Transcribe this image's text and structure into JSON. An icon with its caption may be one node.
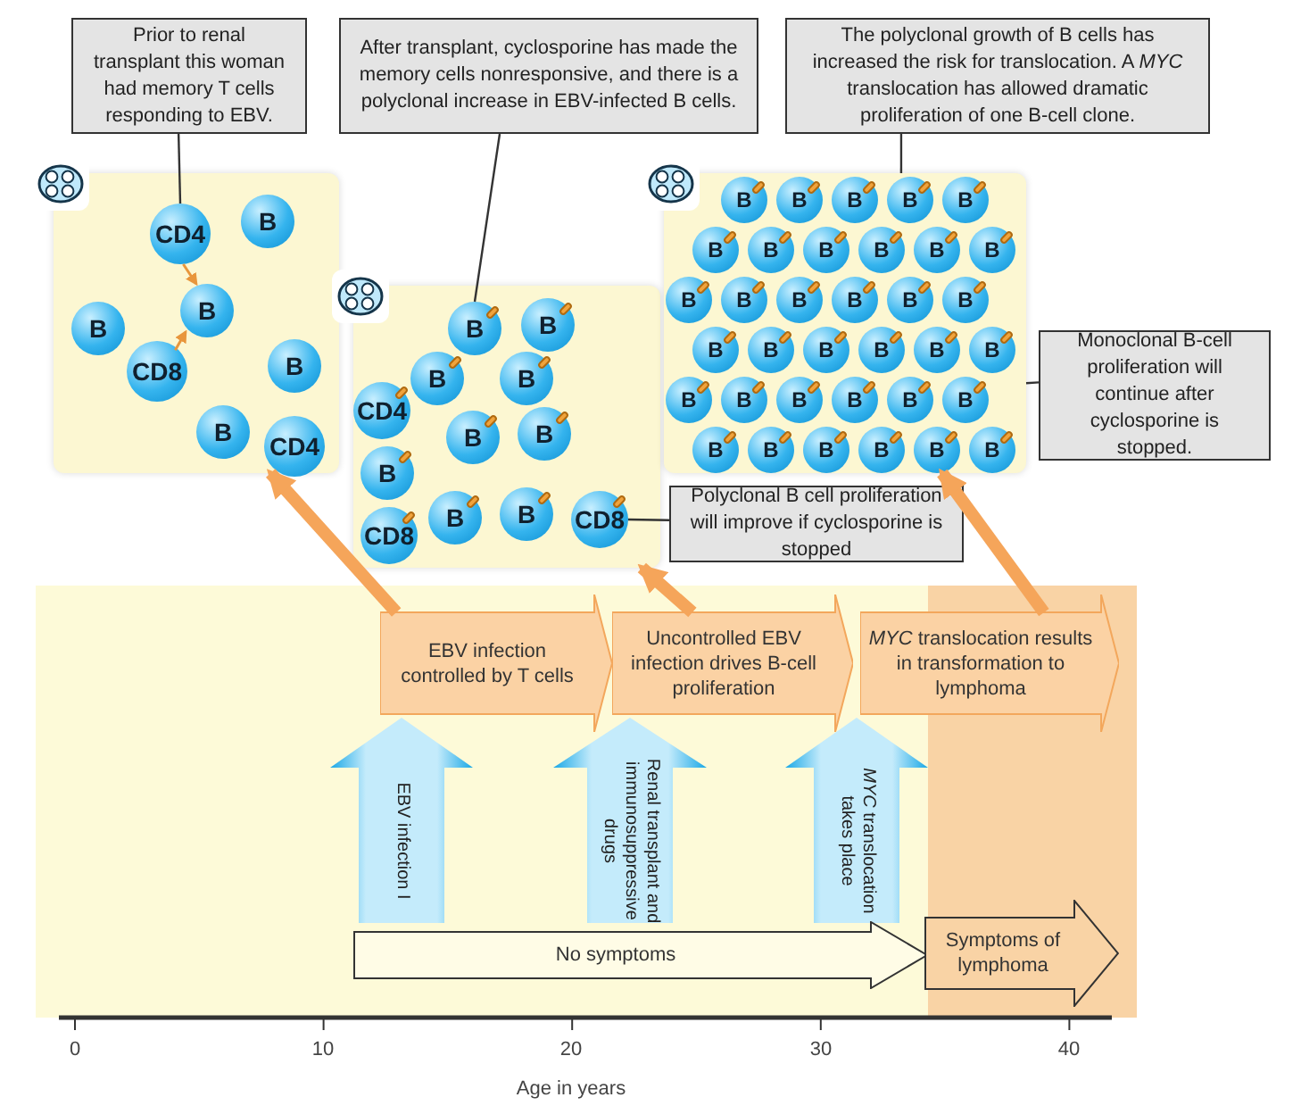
{
  "diagram": {
    "nodes": [
      {
        "text": [
          "Prior to renal transplant this woman had memory T cells responding to EBV."
        ]
      },
      {
        "text": [
          "After transplant, cyclosporine has made the memory cells nonresponsive, and there is a polyclonal increase in EBV-infected B cells."
        ]
      },
      {
        "text": [
          "The polyclonal growth of B cells has increased the risk for translocation. A *MYC* translocation has allowed dramatic proliferation of one B-cell clone."
        ]
      },
      {
        "text": [],
        "shape": "box"
      },
      {
        "text": [
          "CD4"
        ],
        "in": 3
      },
      {
        "text": [
          "B"
        ],
        "in": 3
      },
      {
        "text": [
          "B"
        ],
        "in": 3
      },
      {
        "text": [
          "B"
        ],
        "in": 3
      },
      {
        "text": [
          "CD8"
        ],
        "in": 3
      },
      {
        "text": [
          "B"
        ],
        "in": 3
      },
      {
        "text": [
          "B"
        ],
        "in": 3
      },
      {
        "text": [
          "CD4"
        ],
        "in": 3
      },
      {
        "text": [],
        "shape": "box"
      },
      {
        "text": [
          "B"
        ],
        "in": 12
      },
      {
        "text": [
          "B"
        ],
        "in": 12
      },
      {
        "text": [
          "B"
        ],
        "in": 12
      },
      {
        "text": [
          "B"
        ],
        "in": 12
      },
      {
        "text": [
          "CD4"
        ],
        "in": 12
      },
      {
        "text": [
          "B"
        ],
        "in": 12
      },
      {
        "text": [
          "B"
        ],
        "in": 12
      },
      {
        "text": [
          "B"
        ],
        "in": 12
      },
      {
        "text": [
          "B"
        ],
        "in": 12
      },
      {
        "text": [
          "B"
        ],
        "in": 12
      },
      {
        "text": [
          "CD8"
        ],
        "in": 12
      },
      {
        "text": [
          "CD8"
        ],
        "in": 12
      },
      {
        "text": [],
        "shape": "box"
      },
      {
        "text": [
          "B"
        ],
        "in": 25
      },
      {
        "text": [
          "B"
        ],
        "in": 25
      },
      {
        "text": [
          "B"
        ],
        "in": 25
      },
      {
        "text": [
          "B"
        ],
        "in": 25
      },
      {
        "text": [
          "B"
        ],
        "in": 25
      },
      {
        "text": [
          "B"
        ],
        "in": 25
      },
      {
        "text": [
          "B"
        ],
        "in": 25
      },
      {
        "text": [
          "B"
        ],
        "in": 25
      },
      {
        "text": [
          "B"
        ],
        "in": 25
      },
      {
        "text": [
          "B"
        ],
        "in": 25
      },
      {
        "text": [
          "B"
        ],
        "in": 25
      },
      {
        "text": [
          "B"
        ],
        "in": 25
      },
      {
        "text": [
          "B"
        ],
        "in": 25
      },
      {
        "text": [
          "B"
        ],
        "in": 25
      },
      {
        "text": [
          "B"
        ],
        "in": 25
      },
      {
        "text": [
          "B"
        ],
        "in": 25
      },
      {
        "text": [
          "B"
        ],
        "in": 25
      },
      {
        "text": [
          "B"
        ],
        "in": 25
      },
      {
        "text": [
          "B"
        ],
        "in": 25
      },
      {
        "text": [
          "B"
        ],
        "in": 25
      },
      {
        "text": [
          "B"
        ],
        "in": 25
      },
      {
        "text": [
          "B"
        ],
        "in": 25
      },
      {
        "text": [
          "B"
        ],
        "in": 25
      },
      {
        "text": [
          "B"
        ],
        "in": 25
      },
      {
        "text": [
          "B"
        ],
        "in": 25
      },
      {
        "text": [
          "B"
        ],
        "in": 25
      },
      {
        "text": [
          "B"
        ],
        "in": 25
      },
      {
        "text": [
          "B"
        ],
        "in": 25
      },
      {
        "text": [
          "B"
        ],
        "in": 25
      },
      {
        "text": [
          "B"
        ],
        "in": 25
      },
      {
        "text": [
          "B"
        ],
        "in": 25
      },
      {
        "text": [
          "B"
        ],
        "in": 25
      },
      {
        "text": [
          "B"
        ],
        "in": 25
      },
      {
        "text": [
          "B"
        ],
        "in": 25
      },
      {
        "text": [
          "B"
        ],
        "in": 25
      },
      {
        "text": [
          "Monoclonal B-cell proliferation will continue after cyclosporine is stopped."
        ]
      },
      {
        "text": [
          "Polyclonal B cell proliferation will improve if cyclosporine is stopped"
        ]
      },
      {
        "text": [
          "EBV infection controlled by T cells"
        ]
      },
      {
        "text": [
          "Uncontrolled EBV infection drives B-cell proliferation"
        ]
      },
      {
        "text": [
          "*MYC* translocation results in transformation to lymphoma"
        ]
      },
      {
        "text": [
          "EBV infection I"
        ]
      },
      {
        "text": [
          "Renal transplant and immunosuppressive drugs"
        ]
      },
      {
        "text": [
          "*MYC* translocation takes place"
        ]
      },
      {
        "text": [
          "No symptoms"
        ]
      },
      {
        "text": [
          "Symptoms of lymphoma"
        ]
      }
    ],
    "edges": [
      {
        "from": 0,
        "to": 4,
        "arrow": "none"
      },
      {
        "from": 1,
        "to": 13,
        "arrow": "none"
      },
      {
        "from": 2,
        "to": 25,
        "arrow": "none"
      },
      {
        "from": 61,
        "to": 25,
        "arrow": "none"
      },
      {
        "from": 62,
        "to": 24,
        "arrow": "none"
      },
      {
        "from": 4,
        "to": 6,
        "arrow": "to",
        "color": "#e8963c"
      },
      {
        "from": 8,
        "to": 6,
        "arrow": "to",
        "color": "#e8963c"
      },
      {
        "from": 63,
        "to": 3,
        "arrow": "to",
        "style": "thick",
        "color": "#f5a55a"
      },
      {
        "from": 64,
        "to": 12,
        "arrow": "to",
        "style": "thick",
        "color": "#f5a55a"
      },
      {
        "from": 65,
        "to": 25,
        "arrow": "to",
        "style": "thick",
        "color": "#f5a55a"
      }
    ],
    "labels": [
      "0",
      "10",
      "20",
      "30",
      "40",
      "Age in years"
    ]
  }
}
